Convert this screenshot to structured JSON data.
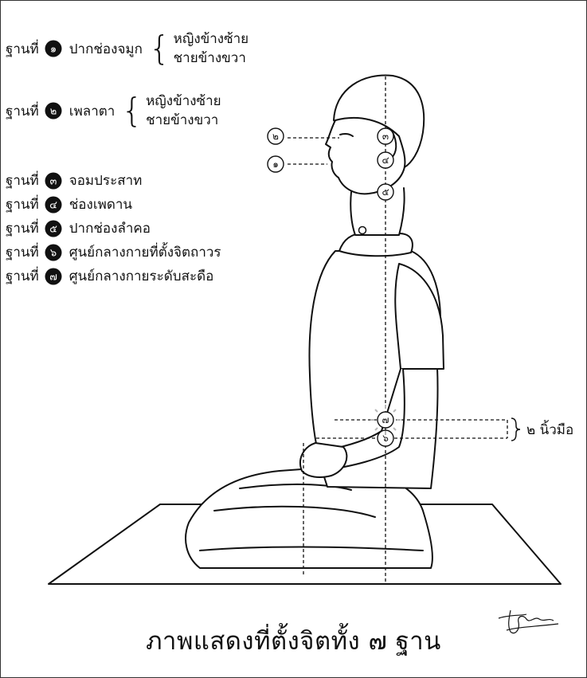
{
  "legend": {
    "base_label": "ฐานที่",
    "items": [
      {
        "num": "๑",
        "name": "ปากช่องจมูก",
        "sub": [
          "หญิงข้างซ้าย",
          "ชายข้างขวา"
        ]
      },
      {
        "num": "๒",
        "name": "เพลาตา",
        "sub": [
          "หญิงข้างซ้าย",
          "ชายข้างขวา"
        ]
      },
      {
        "num": "๓",
        "name": "จอมประสาท"
      },
      {
        "num": "๔",
        "name": "ช่องเพดาน"
      },
      {
        "num": "๕",
        "name": "ปากช่องลำคอ"
      },
      {
        "num": "๖",
        "name": "ศูนย์กลางกายที่ตั้งจิตถาวร"
      },
      {
        "num": "๗",
        "name": "ศูนย์กลางกายระดับสะดือ"
      }
    ]
  },
  "figure": {
    "markers": [
      "๑",
      "๒",
      "๓",
      "๔",
      "๕",
      "๖",
      "๗"
    ],
    "measure_label": "๒ นิ้วมือ"
  },
  "title": "ภาพแสดงที่ตั้งจิตทั้ง ๗ ฐาน",
  "colors": {
    "ink": "#111111",
    "background": "#ffffff",
    "glow": "#b8b8b8"
  }
}
